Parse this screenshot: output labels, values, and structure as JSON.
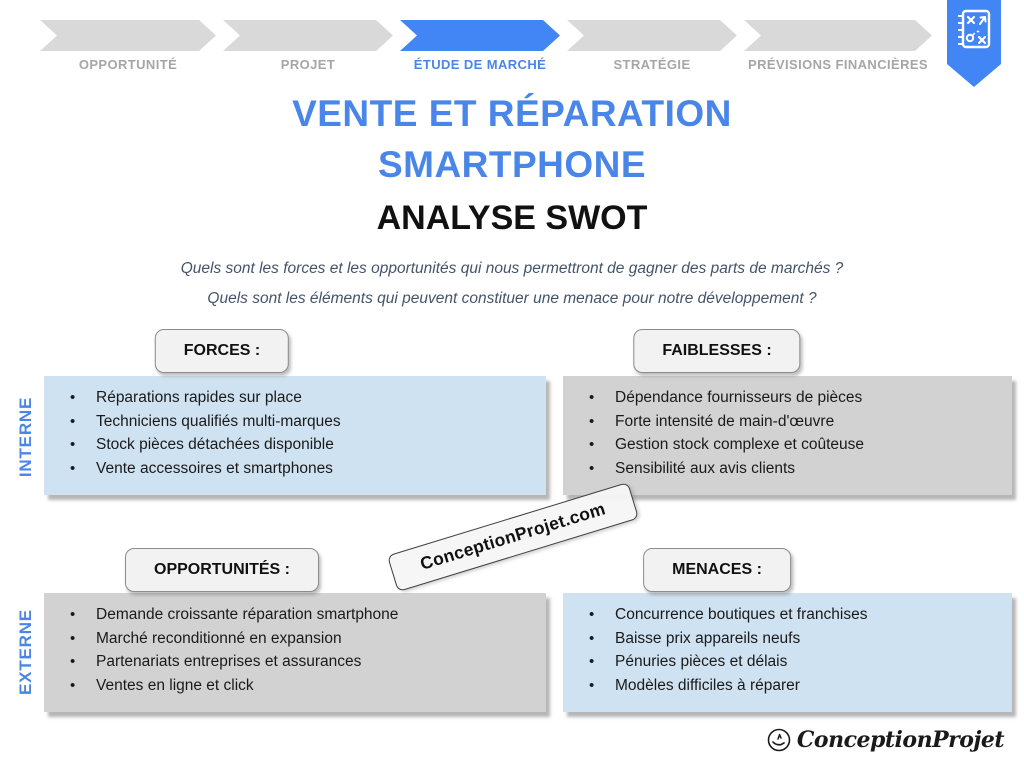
{
  "colors": {
    "accent_blue": "#4a86e8",
    "arrow_blue": "#4285f4",
    "arrow_gray": "#d9d9d9",
    "panel_blue": "#cfe2f1",
    "panel_gray": "#d2d2d2",
    "question_text": "#44546a"
  },
  "stepper": {
    "steps": [
      {
        "label": "OPPORTUNITÉ",
        "active": false
      },
      {
        "label": "PROJET",
        "active": false
      },
      {
        "label": "ÉTUDE DE MARCHÉ",
        "active": true
      },
      {
        "label": "STRATÉGIE",
        "active": false
      },
      {
        "label": "PRÉVISIONS FINANCIÈRES",
        "active": false
      }
    ]
  },
  "bookmark": {
    "icon": "strategy-notepad-icon"
  },
  "title": {
    "line1": "VENTE ET RÉPARATION",
    "line2": "SMARTPHONE",
    "line3": "ANALYSE SWOT"
  },
  "questions": [
    "Quels sont les forces et les opportunités qui nous permettront de gagner des parts de marchés ?",
    "Quels sont les éléments qui peuvent constituer une menace pour notre développement ?"
  ],
  "rows": [
    {
      "side_label": "INTERNE",
      "quadrants": [
        {
          "heading": "FORCES :",
          "tone": "blue",
          "items": [
            "Réparations rapides sur place",
            "Techniciens qualifiés multi-marques",
            "Stock pièces détachées disponible",
            "Vente accessoires et smartphones"
          ]
        },
        {
          "heading": "FAIBLESSES :",
          "tone": "gray",
          "items": [
            "Dépendance fournisseurs de pièces",
            "Forte intensité de main-d'œuvre",
            "Gestion stock complexe et coûteuse",
            "Sensibilité aux avis clients"
          ]
        }
      ]
    },
    {
      "side_label": "EXTERNE",
      "quadrants": [
        {
          "heading": "OPPORTUNITÉS :",
          "tone": "gray",
          "items": [
            "Demande croissante réparation smartphone",
            "Marché reconditionné en expansion",
            "Partenariats entreprises et assurances",
            "Ventes en ligne et click"
          ]
        },
        {
          "heading": "MENACES :",
          "tone": "blue",
          "items": [
            "Concurrence boutiques et franchises",
            "Baisse prix appareils neufs",
            "Pénuries pièces et délais",
            "Modèles difficiles à réparer"
          ]
        }
      ]
    }
  ],
  "watermark": {
    "text": "ConceptionProjet.com"
  },
  "footer": {
    "brand": "ConceptionProjet"
  }
}
